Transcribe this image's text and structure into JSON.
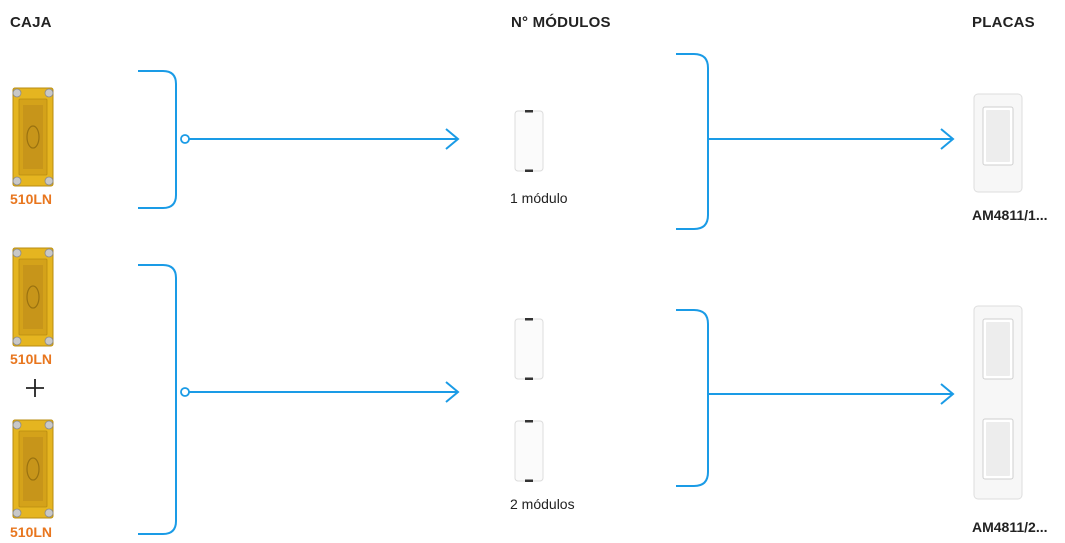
{
  "headers": {
    "caja": "CAJA",
    "modulos": "N° MÓDULOS",
    "placas": "PLACAS"
  },
  "rows": [
    {
      "boxes": [
        "510LN"
      ],
      "modules_caption": "1 módulo",
      "plate_code": "AM4811/1..."
    },
    {
      "boxes": [
        "510LN",
        "510LN"
      ],
      "modules_caption": "2 módulos",
      "plate_code": "AM4811/2..."
    }
  ],
  "colors": {
    "line": "#1a9be6",
    "box_code": "#e8761e",
    "box_body": "#e5b520"
  },
  "icons": {
    "combine": "plus-icon",
    "arrow": "arrow-right-icon",
    "bracket": "bracket-icon"
  }
}
